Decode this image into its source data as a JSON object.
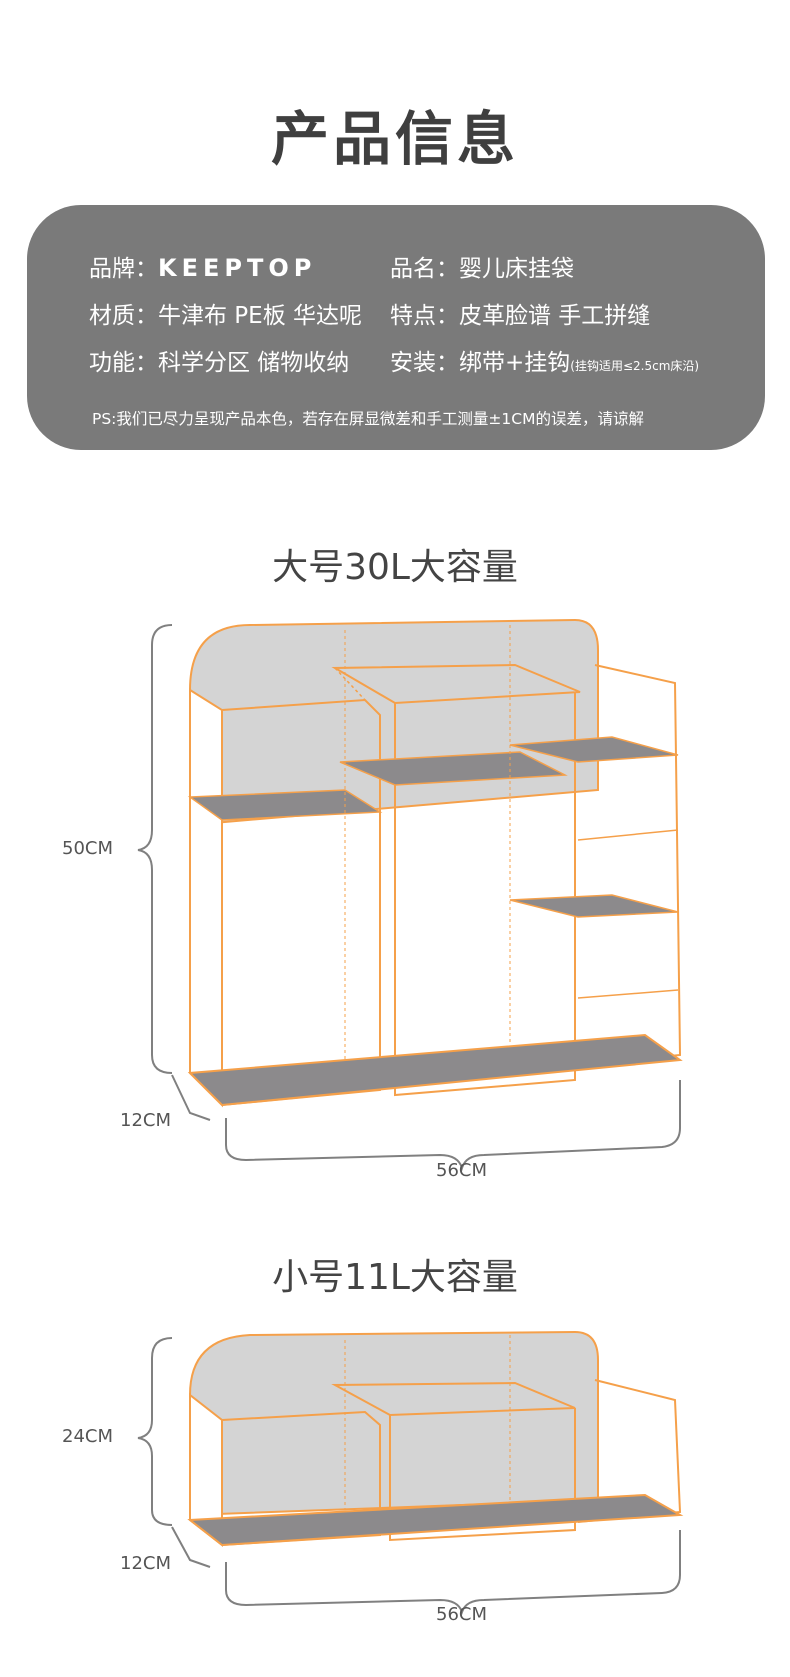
{
  "title": "产品信息",
  "info": {
    "brand_label": "品牌：",
    "brand_value": "KEEPTOP",
    "name_label": "品名：",
    "name_value": "婴儿床挂袋",
    "material_label": "材质：",
    "material_value": "牛津布 PE板 华达呢",
    "feature_label": "特点：",
    "feature_value": "皮革脸谱 手工拼缝",
    "function_label": "功能：",
    "function_value": "科学分区 储物收纳",
    "install_label": "安装：",
    "install_value": "绑带+挂钩",
    "install_note": "(挂钩适用≤2.5cm床沿)",
    "ps": "PS:我们已尽力呈现产品本色，若存在屏显微差和手工测量±1CM的误差，请谅解"
  },
  "large": {
    "title": "大号30L大容量",
    "height": "50CM",
    "depth": "12CM",
    "width": "56CM"
  },
  "small": {
    "title": "小号11L大容量",
    "height": "24CM",
    "depth": "12CM",
    "width": "56CM"
  },
  "colors": {
    "panel": "#7a7a7a",
    "outline": "#f5a04a",
    "back": "#d4d4d4",
    "shelf": "#8c8a8c",
    "bracket": "#808080"
  }
}
